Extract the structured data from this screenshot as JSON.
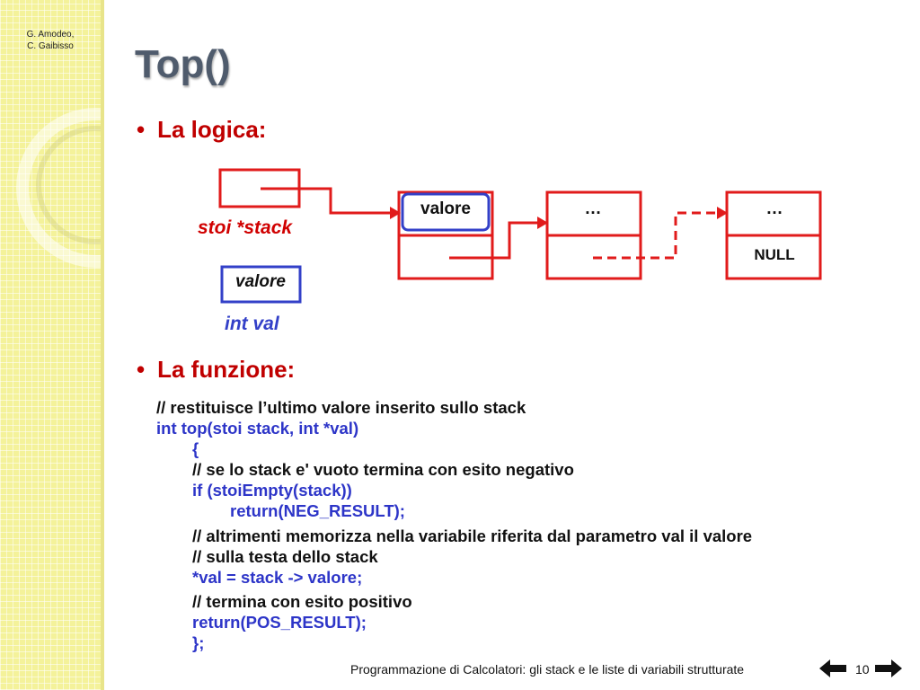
{
  "slide": {
    "authors": [
      "G. Amodeo,",
      "C. Gaibisso"
    ],
    "title": "Top()",
    "bullets": [
      "La logica:",
      "La funzione:"
    ],
    "bullet_marker": "•"
  },
  "diagram": {
    "pointer_label": "stoi *stack",
    "val_label": "int val",
    "val_box": "valore",
    "nodes": [
      {
        "value": "valore",
        "next": ""
      },
      {
        "value": "…",
        "next": ""
      },
      {
        "value": "…",
        "next": "NULL"
      }
    ],
    "colors": {
      "list": "#e11b1b",
      "highlight": "#3340c8"
    }
  },
  "code": [
    {
      "indent": 0,
      "color": "black",
      "text": "//     restituisce l’ultimo valore inserito sullo stack"
    },
    {
      "indent": 0,
      "color": "blue",
      "text": "int top(stoi stack, int *val)"
    },
    {
      "indent": 1,
      "color": "blue",
      "text": "{"
    },
    {
      "indent": 1,
      "color": "black",
      "text": "// se lo stack e' vuoto termina con esito negativo"
    },
    {
      "indent": 1,
      "color": "blue",
      "text": "if (stoiEmpty(stack))"
    },
    {
      "indent": 2,
      "color": "blue",
      "text": "return(NEG_RESULT);"
    },
    {
      "indent": 1,
      "color": "black",
      "text": "// altrimenti memorizza nella variabile riferita dal parametro val il valore"
    },
    {
      "indent": 1,
      "color": "black",
      "text": "// sulla testa dello stack"
    },
    {
      "indent": 1,
      "color": "blue",
      "text": "*val = stack -> valore;"
    },
    {
      "indent": 1,
      "color": "black",
      "text": "// termina con esito positivo"
    },
    {
      "indent": 1,
      "color": "blue",
      "text": "return(POS_RESULT);"
    },
    {
      "indent": 1,
      "color": "blue",
      "text": "};"
    }
  ],
  "footer": {
    "text": "Programmazione di Calcolatori: gli stack e le liste di variabili strutturate",
    "page_number": "10",
    "prev_icon": "arrow-left-icon",
    "next_icon": "arrow-right-icon"
  }
}
